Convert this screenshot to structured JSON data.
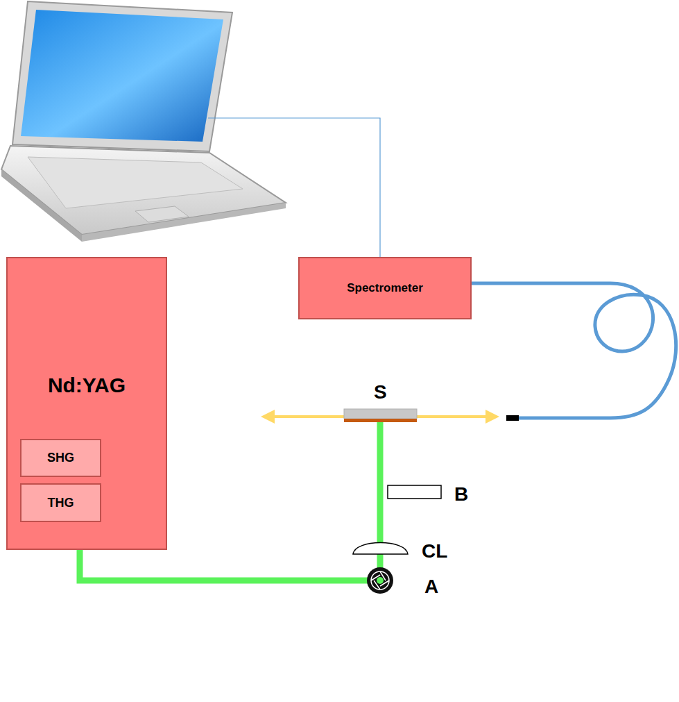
{
  "diagram": {
    "nodes": [
      {
        "text": [
          "Nd:YAG"
        ]
      },
      {
        "text": [
          "SHG"
        ],
        "in": 0
      },
      {
        "text": [
          "THG"
        ],
        "in": 0
      },
      {
        "text": [
          "Spectrometer"
        ]
      }
    ],
    "labels": [
      "S",
      "B",
      "CL",
      "A"
    ]
  }
}
